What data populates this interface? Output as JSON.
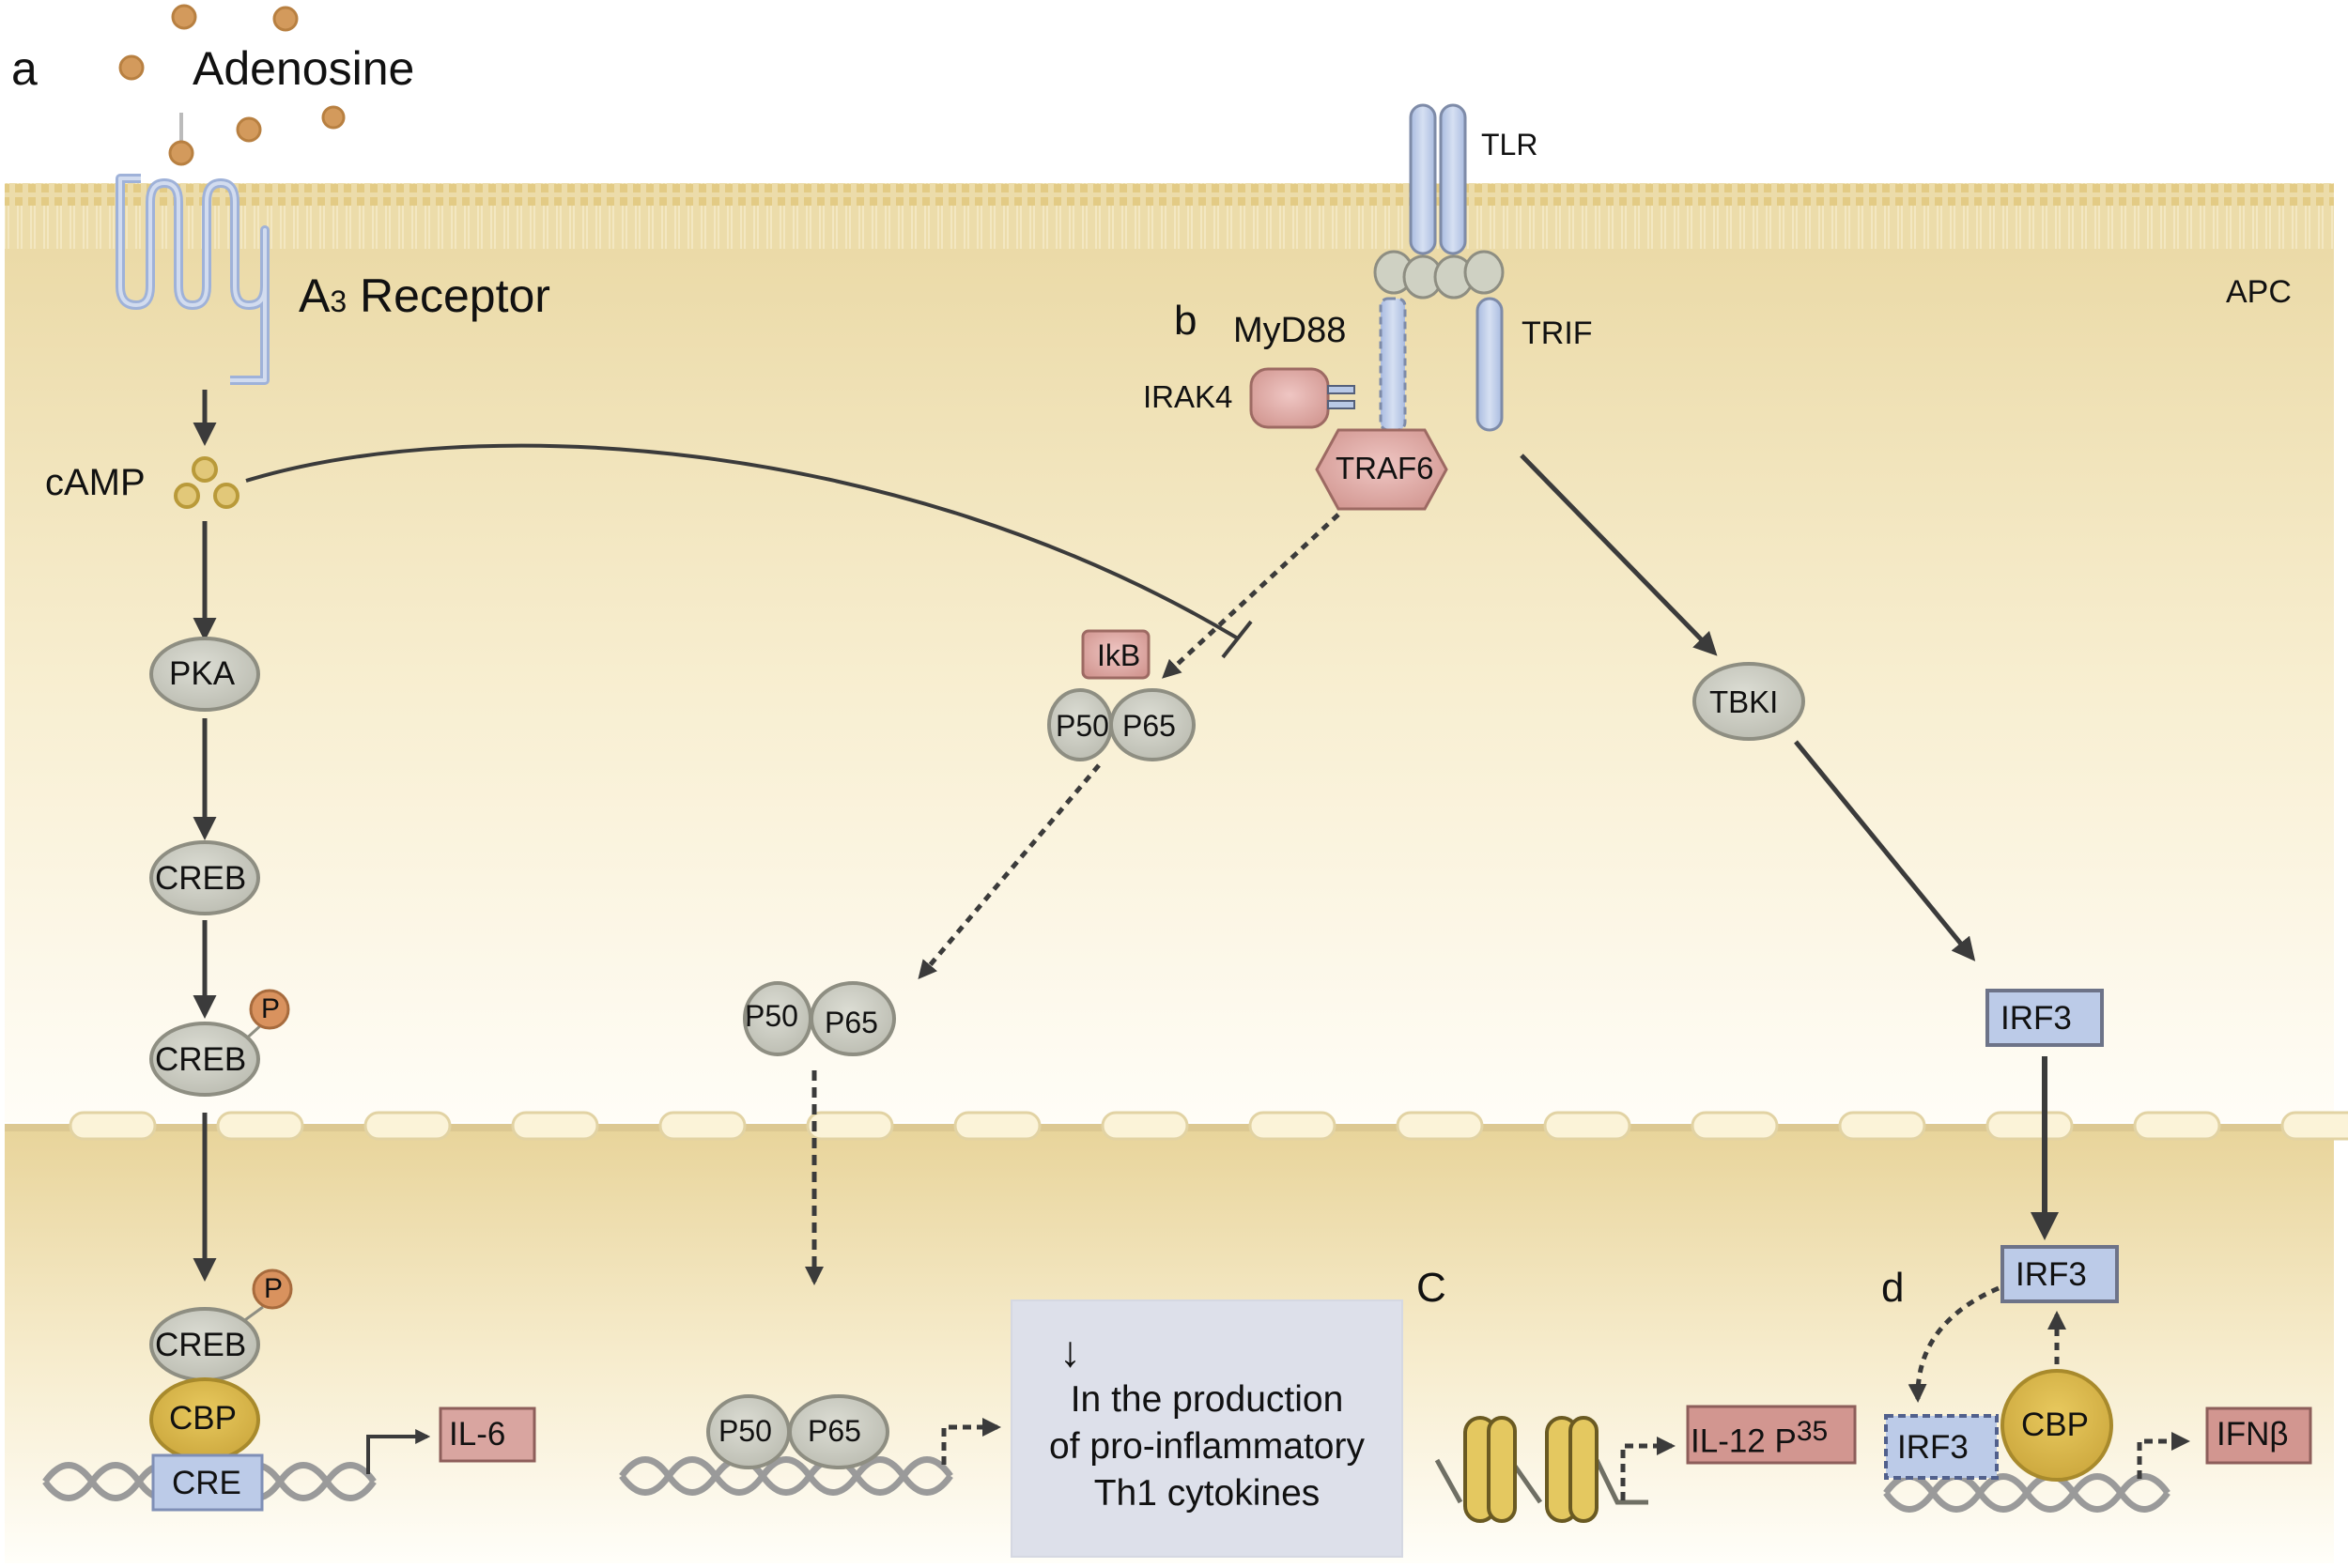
{
  "figure": {
    "panel_labels": {
      "a": "a",
      "b": "b",
      "c": "C",
      "d": "d"
    },
    "cell_label": "APC",
    "colors": {
      "cytoplasm": "#ead9a6",
      "cytoplasm_light": "#fdf8ea",
      "membrane": "#e2cd8e",
      "receptor_blue": "#b9c9e6",
      "protein_grey": "#c8c9bd",
      "protein_pink": "#d9a5a0",
      "protein_gold": "#d8b54a",
      "phospho_orange": "#d9925e",
      "note_box": "#dde0ea"
    }
  },
  "pathway_a": {
    "ligand": "Adenosine",
    "receptor": "A",
    "receptor_sub": "3",
    "receptor_suffix": " Receptor",
    "second_messenger": "cAMP",
    "kinase": "PKA",
    "tf": "CREB",
    "tf_phospho": "CREB",
    "phospho": "P",
    "coactivator": "CBP",
    "response_element": "CRE",
    "target_gene": "IL-6"
  },
  "pathway_b": {
    "receptor": "TLR",
    "adaptor1": "MyD88",
    "adaptor2": "TRIF",
    "kinase": "IRAK4",
    "e3": "TRAF6",
    "inhibitor": "IkB",
    "subunit1": "P50",
    "subunit2": "P65"
  },
  "pathway_c": {
    "note_arrow": "↓",
    "note_lines": [
      "In the production",
      "of pro-inflammatory",
      "Th1 cytokines"
    ],
    "target_gene": "IL-12 P",
    "target_gene_sup": "35"
  },
  "pathway_d": {
    "kinase": "TBKI",
    "tf": "IRF3",
    "coactivator": "CBP",
    "target_gene": "IFNβ"
  }
}
